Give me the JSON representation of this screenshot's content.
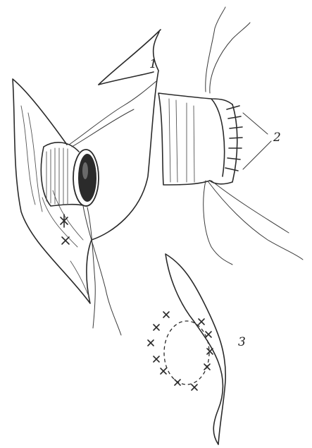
{
  "figure": {
    "labels": {
      "one": "1",
      "two": "2",
      "three": "3"
    }
  }
}
